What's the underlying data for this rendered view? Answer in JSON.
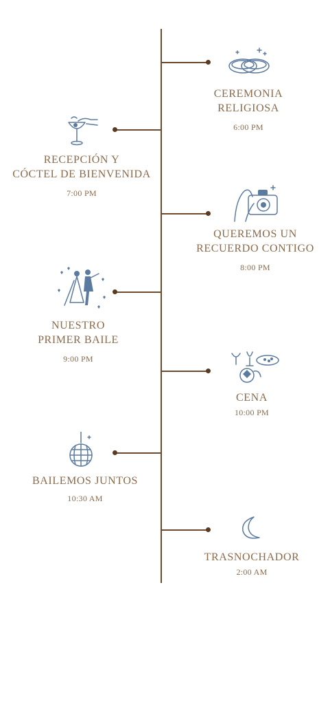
{
  "events": [
    {
      "title": "CEREMONIA\nRELIGIOSA",
      "time": "6:00 PM",
      "icon": "wedding-rings-icon"
    },
    {
      "title": "RECEPCIÓN Y\nCÓCTEL DE BIENVENIDA",
      "time": "7:00 PM",
      "icon": "cocktail-glass-icon"
    },
    {
      "title": "QUEREMOS UN\nRECUERDO CONTIGO",
      "time": "8:00 PM",
      "icon": "camera-icon"
    },
    {
      "title": "NUESTRO\nPRIMER BAILE",
      "time": "9:00 PM",
      "icon": "dancing-couple-icon"
    },
    {
      "title": "CENA",
      "time": "10:00 PM",
      "icon": "dinner-plate-icon"
    },
    {
      "title": "BAILEMOS JUNTOS",
      "time": "10:30 AM",
      "icon": "disco-ball-icon"
    },
    {
      "title": "TRASNOCHADOR",
      "time": "2:00 AM",
      "icon": "crescent-moon-icon"
    }
  ],
  "colors": {
    "line": "#6b4a2e",
    "text": "#8b6a4a",
    "icon": "#5b7aa0"
  }
}
